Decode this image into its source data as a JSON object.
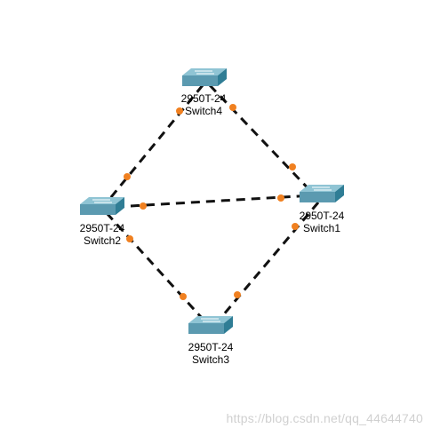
{
  "colors": {
    "link": "#111111",
    "port_light": "#f08020",
    "switch_top": "#8fc4d4",
    "switch_front": "#5b9ab0",
    "switch_side": "#2f7d95"
  },
  "nodes": [
    {
      "id": "switch4",
      "model": "2950T-24",
      "name": "Switch4",
      "icon": "switch-icon"
    },
    {
      "id": "switch1",
      "model": "2950T-24",
      "name": "Switch1",
      "icon": "switch-icon"
    },
    {
      "id": "switch2",
      "model": "2950T-24",
      "name": "Switch2",
      "icon": "switch-icon"
    },
    {
      "id": "switch3",
      "model": "2950T-24",
      "name": "Switch3",
      "icon": "switch-icon"
    }
  ],
  "links": [
    {
      "from": "switch4",
      "to": "switch2"
    },
    {
      "from": "switch4",
      "to": "switch1"
    },
    {
      "from": "switch2",
      "to": "switch1"
    },
    {
      "from": "switch2",
      "to": "switch3"
    },
    {
      "from": "switch1",
      "to": "switch3"
    }
  ],
  "watermark": "https://blog.csdn.net/qq_44644740"
}
